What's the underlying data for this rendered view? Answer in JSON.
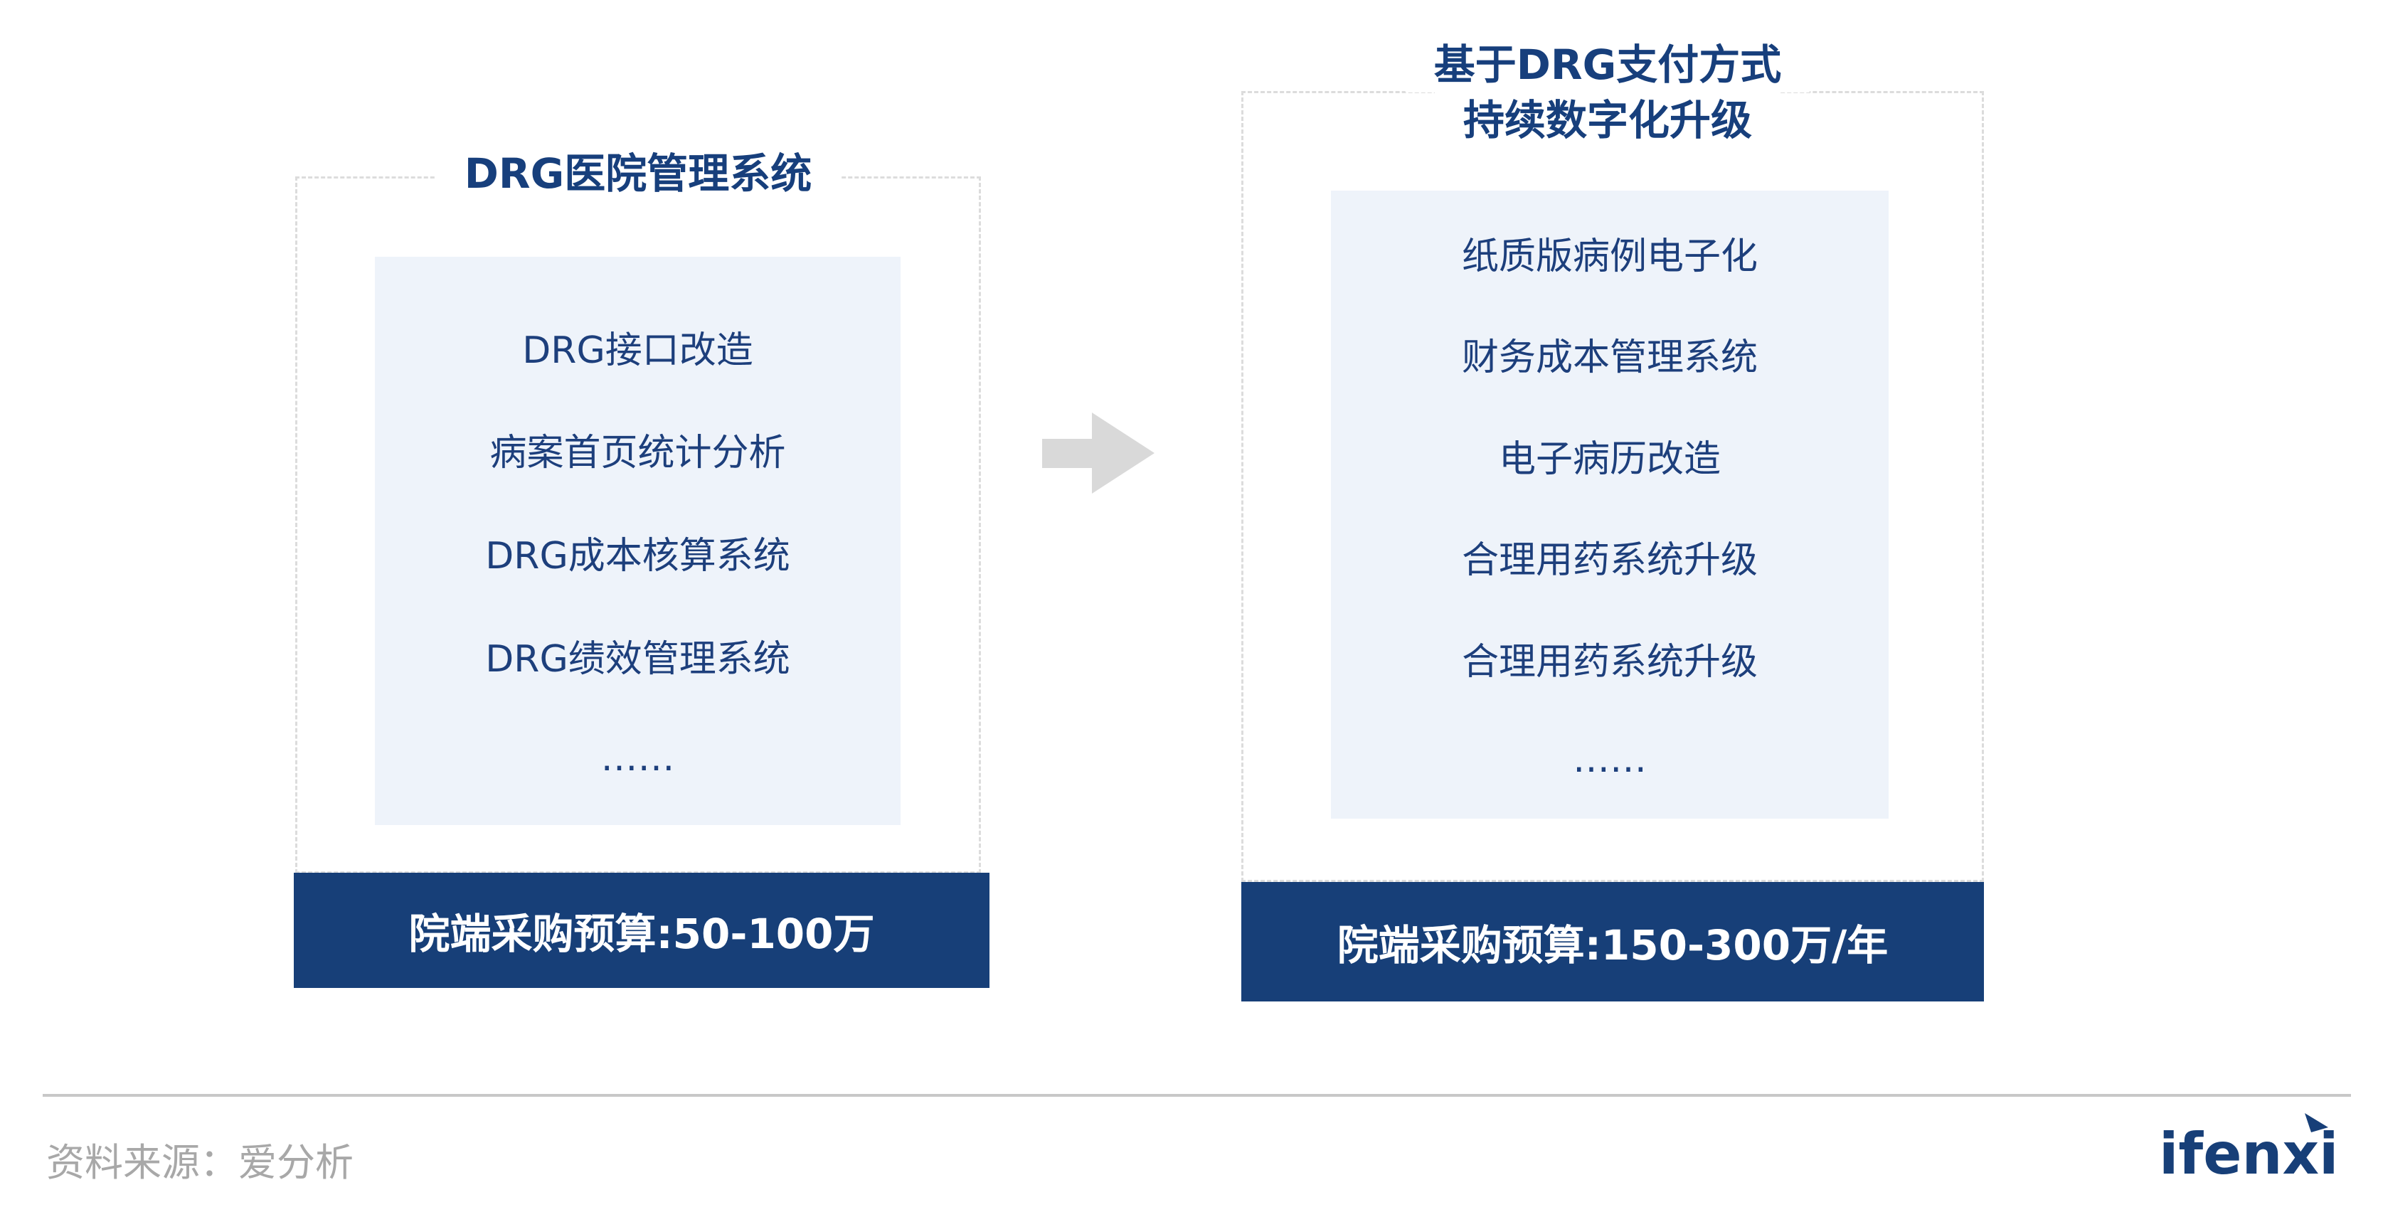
{
  "left": {
    "title": "DRG医院管理系统",
    "items": [
      "DRG接口改造",
      "病案首页统计分析",
      "DRG成本核算系统",
      "DRG绩效管理系统",
      "……"
    ],
    "budget": "院端采购预算:50-100万"
  },
  "right": {
    "title_line1": "基于DRG支付方式",
    "title_line2": "持续数字化升级",
    "items": [
      "纸质版病例电子化",
      "财务成本管理系统",
      "电子病历改造",
      "合理用药系统升级",
      "合理用药系统升级",
      "……"
    ],
    "budget": "院端采购预算:150-300万/年"
  },
  "footer": {
    "source": "资料来源：爱分析",
    "logo": "ifenxi"
  },
  "colors": {
    "navy": "#173f78",
    "panel": "#eef3fa",
    "arrow": "#d9d9d9"
  }
}
